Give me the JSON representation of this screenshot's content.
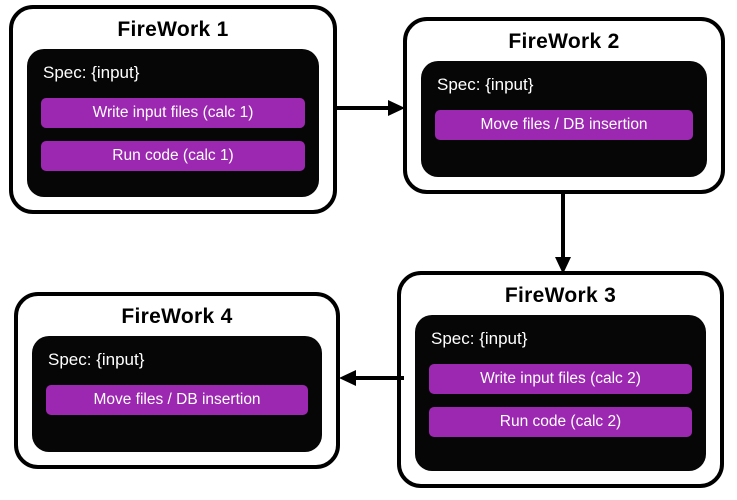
{
  "colors": {
    "task_purple": "#9c27b0",
    "panel_black": "#060606",
    "node_border": "#000000",
    "background": "#ffffff",
    "text_on_dark": "#ffffff",
    "title_text": "#000000"
  },
  "nodes": [
    {
      "title": "FireWork 1",
      "spec": "Spec: {input}",
      "tasks": [
        "Write input files (calc 1)",
        "Run code (calc 1)"
      ]
    },
    {
      "title": "FireWork 2",
      "spec": "Spec: {input}",
      "tasks": [
        "Move files / DB insertion"
      ]
    },
    {
      "title": "FireWork 3",
      "spec": "Spec: {input}",
      "tasks": [
        "Write input files (calc 2)",
        "Run code (calc 2)"
      ]
    },
    {
      "title": "FireWork 4",
      "spec": "Spec: {input}",
      "tasks": [
        "Move files / DB insertion"
      ]
    }
  ],
  "connections": [
    {
      "from": "FireWork 1",
      "to": "FireWork 2",
      "direction": "right"
    },
    {
      "from": "FireWork 2",
      "to": "FireWork 3",
      "direction": "down"
    },
    {
      "from": "FireWork 3",
      "to": "FireWork 4",
      "direction": "left"
    }
  ]
}
